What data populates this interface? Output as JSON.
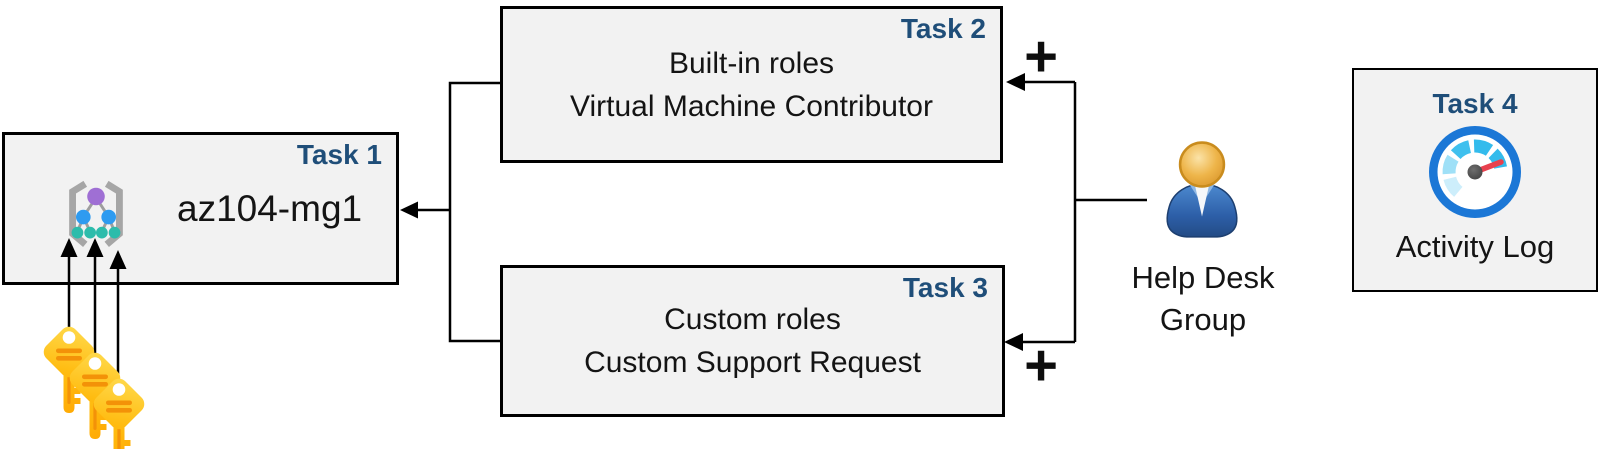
{
  "boxes": {
    "task1": {
      "badge": "Task 1",
      "name": "az104-mg1"
    },
    "task2": {
      "badge": "Task 2",
      "lines": [
        "Built-in roles",
        "Virtual Machine Contributor"
      ]
    },
    "task3": {
      "badge": "Task 3",
      "lines": [
        "Custom roles",
        "Custom Support Request"
      ]
    },
    "task4": {
      "badge": "Task 4",
      "caption": "Activity Log"
    }
  },
  "actor": {
    "lines": [
      "Help Desk",
      "Group"
    ]
  },
  "connector": {
    "plus_task2": "+",
    "plus_task3": "+"
  },
  "icons": {
    "management_group": "management-group-icon",
    "user_group": "user-group-icon",
    "activity_log": "gauge-icon",
    "credentials": "key-icons"
  },
  "colors": {
    "badge_text": "#1F4E79",
    "box_fill": "#F2F2F2",
    "box_border": "#000000",
    "body_text": "#141414",
    "connector_line": "#000000",
    "key_gold": "#FFB900",
    "key_stripe": "#F39208",
    "gauge_ring_blue": "#1B77D6",
    "gauge_needle_red": "#E8414E",
    "person_body_blue": "#2D5FA8",
    "person_head_orange": "#EEB54A",
    "mg_purple": "#9F6FD4",
    "mg_blue": "#2E9BF0",
    "mg_teal": "#2DBCAB"
  }
}
